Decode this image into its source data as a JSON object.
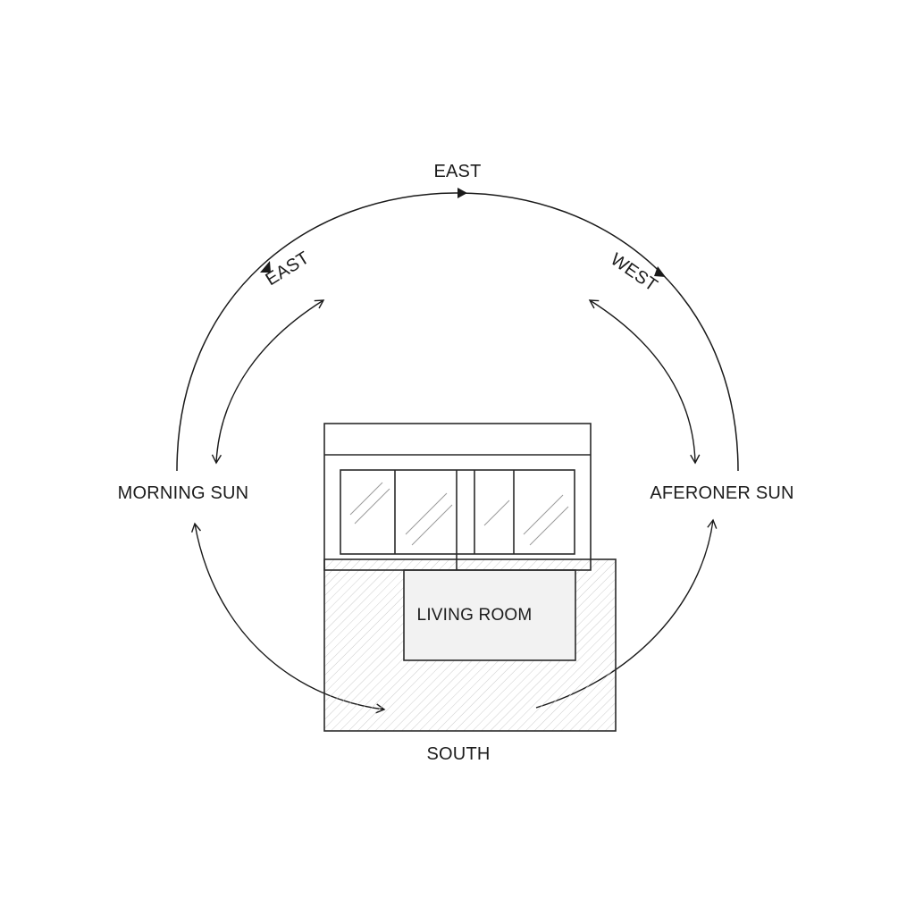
{
  "labels": {
    "top_arc": "EAST",
    "upper_left_arc": "EAST",
    "upper_right_arc": "WEST",
    "left": "MORNING SUN",
    "right": "AFERONER SUN",
    "bottom": "SOUTH",
    "room": "LIVING ROOM"
  },
  "colors": {
    "stroke": "#1a1a1a",
    "hatch": "#c8c8c8",
    "room_fill": "#f2f2f2",
    "background": "#ffffff"
  }
}
